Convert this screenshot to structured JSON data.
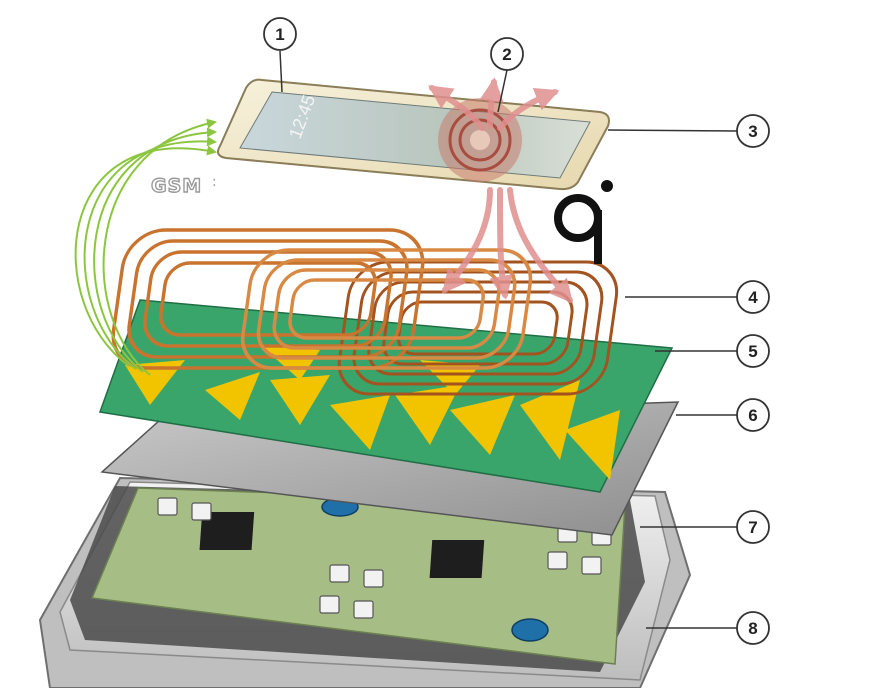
{
  "diagram": {
    "gsm_label": "GSM",
    "gsm_mark": ":",
    "logo_letter": "qi",
    "phone_time": "12:45",
    "callouts": [
      {
        "number": "1",
        "part": "phone-top"
      },
      {
        "number": "2",
        "part": "energy-arrows"
      },
      {
        "number": "3",
        "part": "phone-body"
      },
      {
        "number": "4",
        "part": "charging-coils"
      },
      {
        "number": "5",
        "part": "pcb-antenna-layer"
      },
      {
        "number": "6",
        "part": "shield-plate"
      },
      {
        "number": "7",
        "part": "circuit-board"
      },
      {
        "number": "8",
        "part": "housing-base"
      }
    ]
  },
  "colors": {
    "coil": "#c8742f",
    "coil_dark": "#7a3a12",
    "pcb_green": "#3aa56b",
    "triangle_yellow": "#f2c400",
    "shield_gray": "#a8a8a8",
    "board_green": "#a7bd86",
    "housing": "#d0d0d0",
    "gsm_arrows": "#8cc63f",
    "energy_arrows": "#e89a9a"
  }
}
